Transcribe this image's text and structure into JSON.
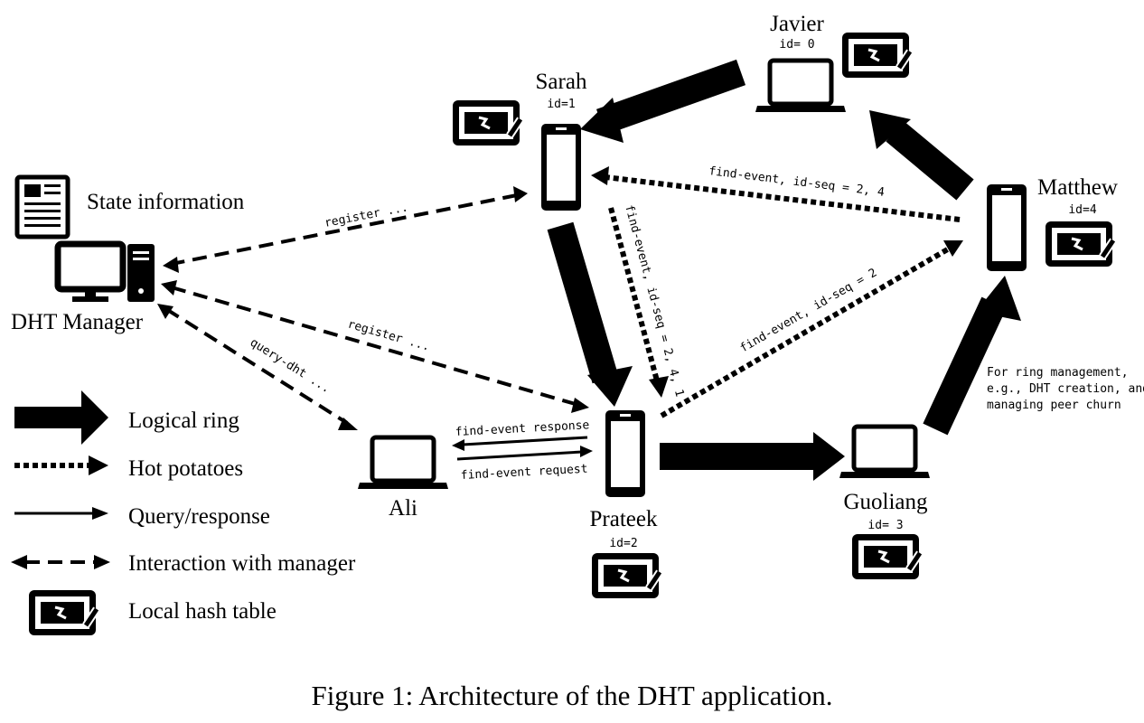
{
  "caption": "Figure 1: Architecture of the DHT application.",
  "manager": {
    "state_label": "State information",
    "name": "DHT Manager"
  },
  "nodes": {
    "javier": {
      "name": "Javier",
      "id_label": "id= 0"
    },
    "sarah": {
      "name": "Sarah",
      "id_label": "id=1"
    },
    "matthew": {
      "name": "Matthew",
      "id_label": "id=4"
    },
    "ali": {
      "name": "Ali"
    },
    "prateek": {
      "name": "Prateek",
      "id_label": "id=2"
    },
    "guoliang": {
      "name": "Guoliang",
      "id_label": "id= 3"
    }
  },
  "edge_labels": {
    "register_sarah": "register ...",
    "register_prateek": "register ...",
    "query_dht": "query-dht ...",
    "find_event_sarah": "find-event, id-seq = 2, 4",
    "find_event_prateek_down": "find-event, id-seq = 2, 4, 1",
    "find_event_matthew": "find-event, id-seq = 2",
    "find_event_response": "find-event response",
    "find_event_request": "find-event request"
  },
  "note": [
    "For ring management,",
    "e.g., DHT creation, and",
    "managing peer churn"
  ],
  "legend": [
    {
      "label": "Logical ring"
    },
    {
      "label": "Hot potatoes"
    },
    {
      "label": "Query/response"
    },
    {
      "label": "Interaction with manager"
    },
    {
      "label": "Local hash table"
    }
  ]
}
